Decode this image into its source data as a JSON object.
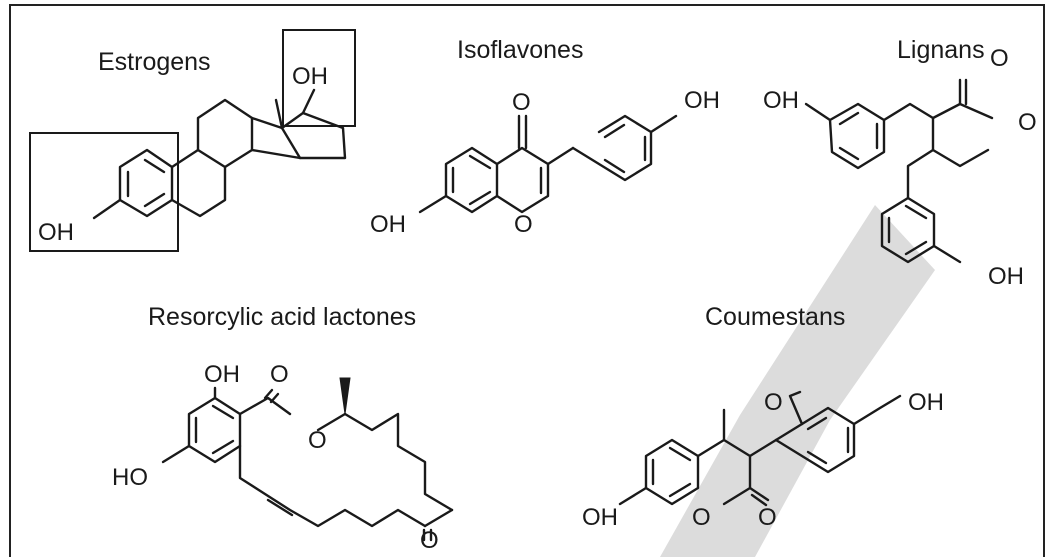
{
  "figure": {
    "classes": {
      "estrogens": "Estrogens",
      "isoflavones": "Isoflavones",
      "lignans": "Lignans",
      "resorcylic": "Resorcylic acid lactones",
      "coumestans": "Coumestans"
    },
    "atoms": {
      "oh": "OH",
      "ho": "HO",
      "o": "O"
    },
    "watermark_color": "#dcdcdc"
  }
}
